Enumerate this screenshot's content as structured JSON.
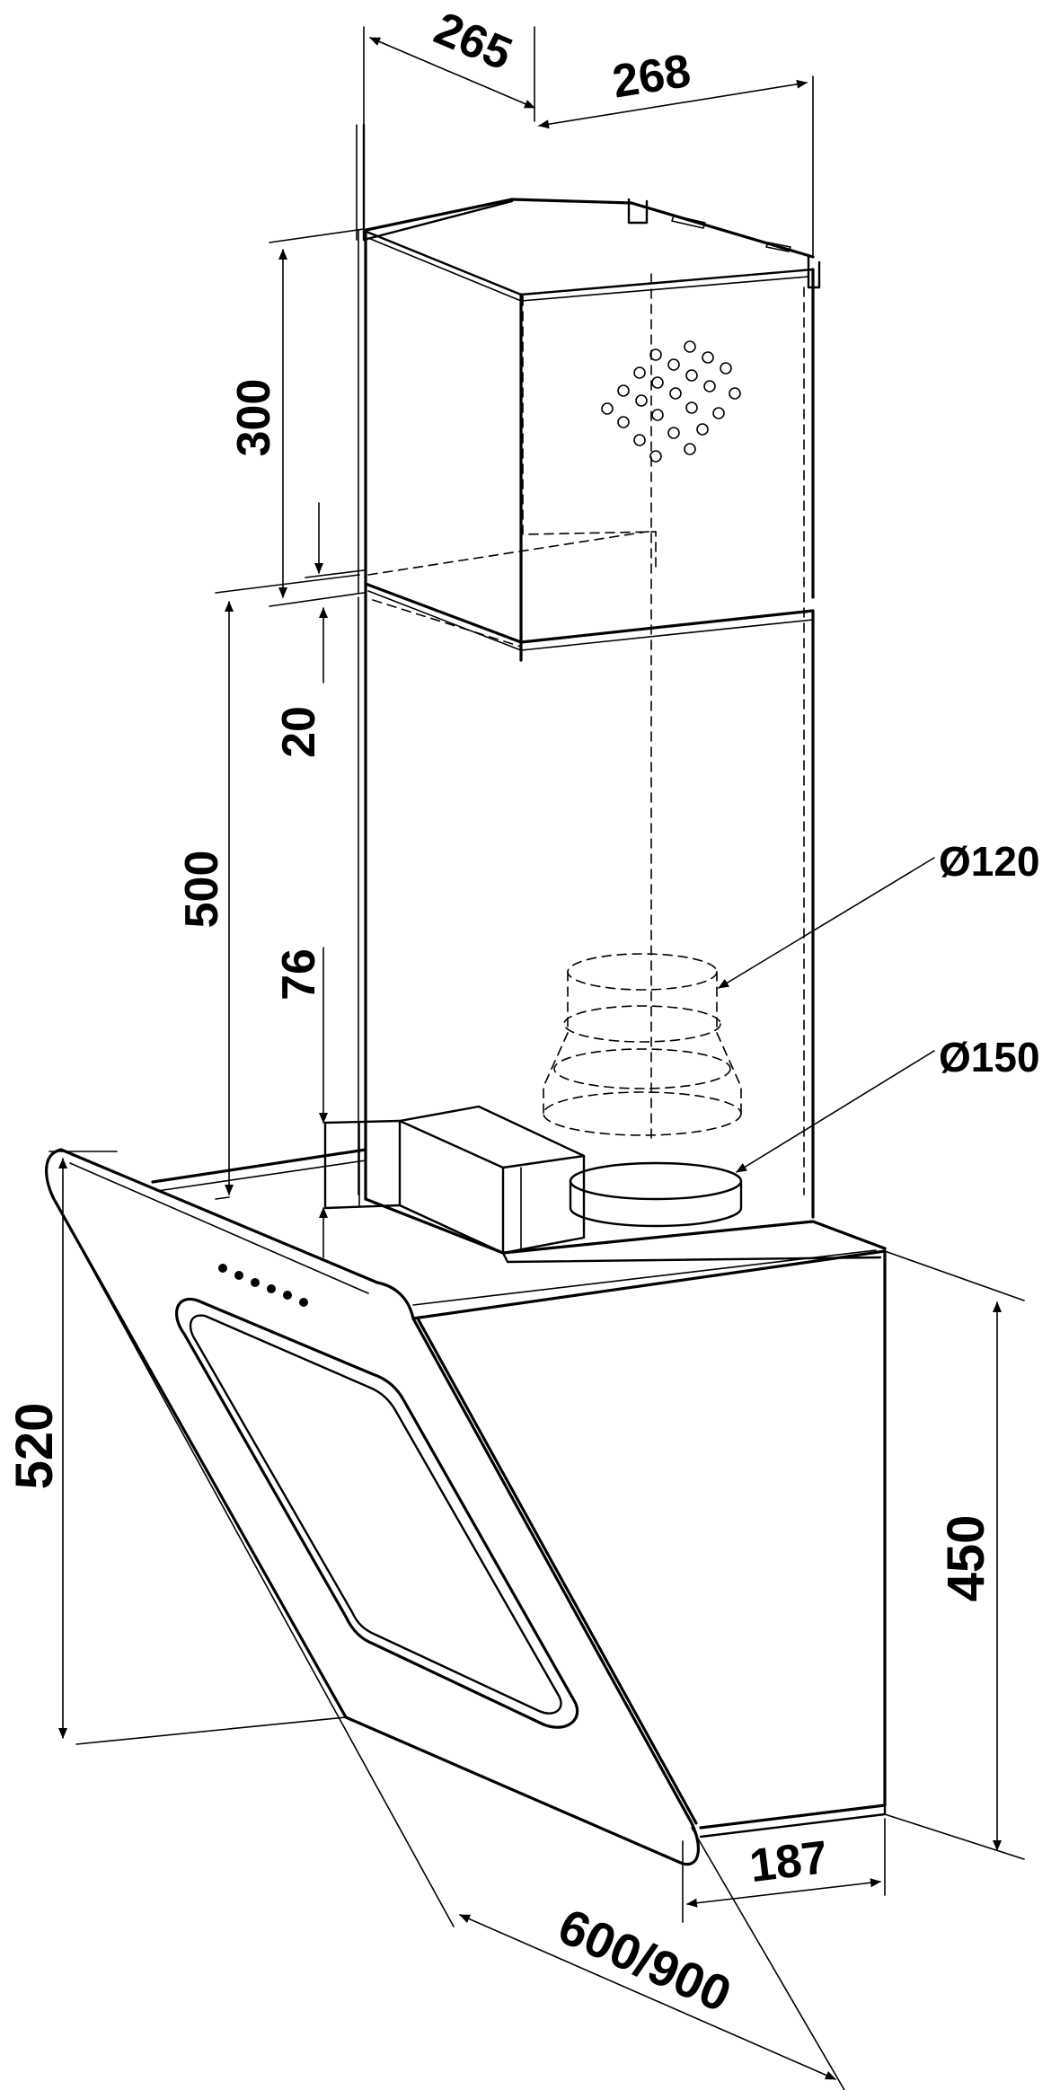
{
  "colors": {
    "line": "#000000",
    "background": "#ffffff"
  },
  "dimensions": {
    "chimney_depth": "265",
    "chimney_width": "268",
    "upper_chimney_height": "300",
    "overlap": "20",
    "lower_chimney_height": "500",
    "outlet_offset": "76",
    "duct_diameter_small": "Ø120",
    "duct_diameter_large": "Ø150",
    "glass_height": "520",
    "body_height": "450",
    "body_depth": "187",
    "hood_width": "600/900"
  }
}
